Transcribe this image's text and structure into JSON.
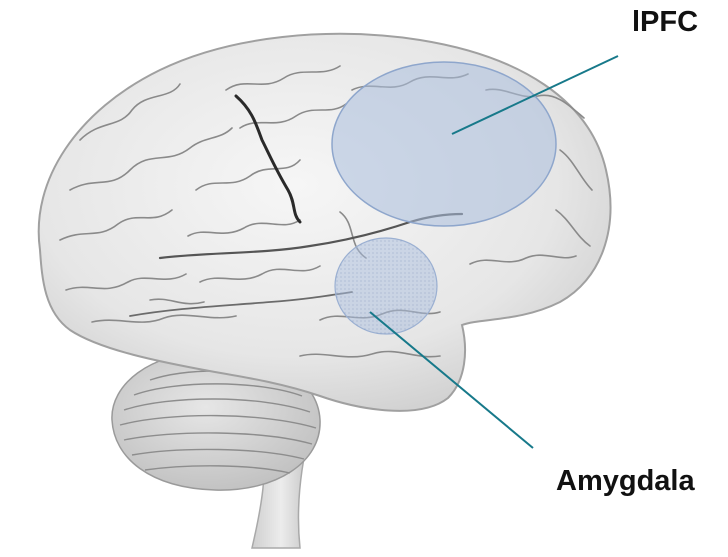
{
  "labels": {
    "lpfc": "lPFC",
    "amygdala": "Amygdala"
  },
  "colors": {
    "background": "#ffffff",
    "brain_fill": "#e9e9e9",
    "brain_shadow": "#c9c9c9",
    "gyri_stroke": "#8a8a8a",
    "sulcus_dark": "#2a2a2a",
    "region_fill": "#a9bedd",
    "region_stroke": "#8ea6cc",
    "leader_line": "#17798a",
    "label_text": "#111111"
  },
  "icons": {
    "brain": "brain-illustration",
    "lpfc_region": "lpfc-region-ellipse",
    "amygdala_region": "amygdala-region-ellipse"
  }
}
